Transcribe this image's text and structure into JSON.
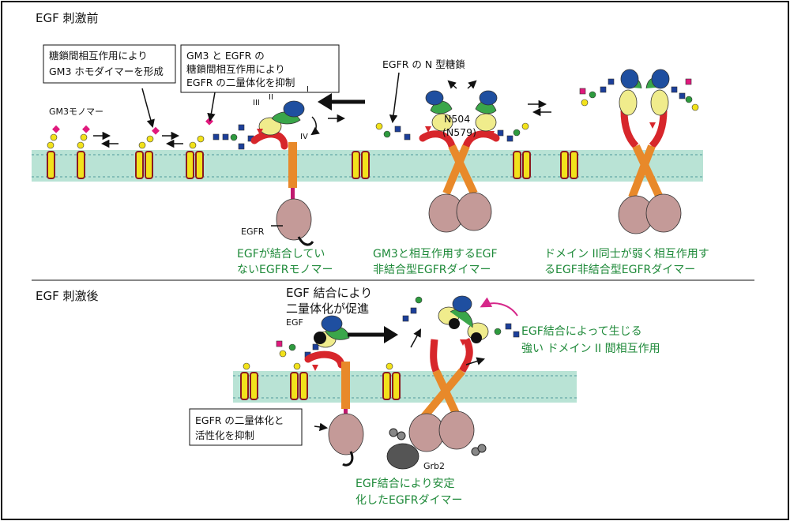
{
  "sections": {
    "before": "EGF 刺激前",
    "after": "EGF 刺激後"
  },
  "boxes": {
    "gm3_homodimer": [
      "糖鎖間相互作用により",
      "GM3 ホモダイマーを形成"
    ],
    "gm3_egfr": [
      "GM3 と EGFR の",
      "糖鎖間相互作用により",
      "EGFR の二量体化を抑制"
    ],
    "inhibit": [
      "EGFR の二量体化と",
      "活性化を抑制"
    ]
  },
  "labels": {
    "gm3_monomer": "GM3モノマー",
    "domain_1": "I",
    "domain_2": "II",
    "domain_3": "III",
    "domain_4": "IV",
    "egfr": "EGFR",
    "n_glycan": "EGFR の N 型糖鎖",
    "n504": "N504",
    "n579": "(N579)",
    "egf": "EGF",
    "grb2": "Grb2",
    "egf_binding_promote": [
      "EGF 結合により",
      "二量体化が促進"
    ]
  },
  "captions": {
    "unbound_monomer": [
      "EGFが結合してい",
      "ないEGFRモノマー"
    ],
    "gm3_dimer": [
      "GM3と相互作用するEGF",
      "非結合型EGFRダイマー"
    ],
    "weak_dimer": [
      "ドメイン II同士が弱く相互作用す",
      "るEGF非結合型EGFRダイマー"
    ],
    "strong_interaction": [
      "EGF結合によって生じる",
      "強い ドメイン II 間相互作用"
    ],
    "stable_dimer": [
      "EGF結合により安定",
      "化したEGFRダイマー"
    ]
  },
  "colors": {
    "membrane": "#b9e3d5",
    "receptor_red": "#d7262b",
    "receptor_orange": "#e8892a",
    "domain_green": "#3aa64a",
    "domain_blue": "#1f4fa0",
    "domain_yellow": "#f0ec8c",
    "kinase": "#c49a98",
    "caption_green": "#1f8a3a",
    "sugar_pink": "#e0197d",
    "sugar_yellow": "#f2e21b",
    "sugar_blue": "#1c3f9a",
    "sugar_green": "#2e9a3e"
  }
}
